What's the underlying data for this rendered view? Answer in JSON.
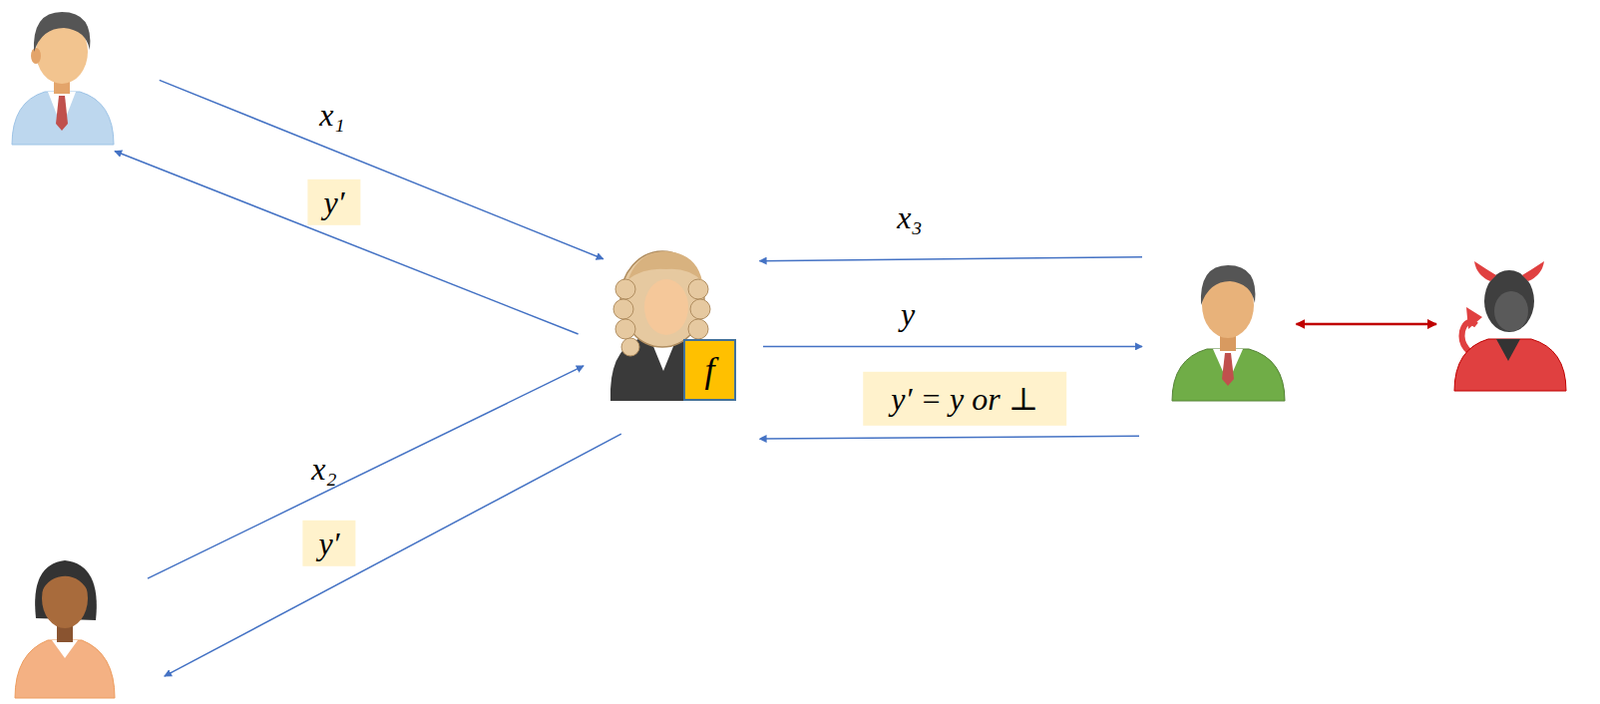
{
  "diagram": {
    "nodes": [
      {
        "text": []
      },
      {
        "text": [
          "f"
        ]
      },
      {
        "text": []
      },
      {
        "text": []
      },
      {
        "text": []
      }
    ],
    "edges": [
      {
        "from": 0,
        "to": 1,
        "arrow": "to",
        "label": "x₁"
      },
      {
        "from": 1,
        "to": 0,
        "arrow": "to",
        "label": "y′"
      },
      {
        "from": 2,
        "to": 1,
        "arrow": "to",
        "label": "x₂"
      },
      {
        "from": 1,
        "to": 2,
        "arrow": "to",
        "label": "y′"
      },
      {
        "from": 3,
        "to": 1,
        "arrow": "to",
        "label": "x₃"
      },
      {
        "from": 1,
        "to": 3,
        "arrow": "to",
        "label": "y"
      },
      {
        "from": 3,
        "to": 1,
        "arrow": "to",
        "label": "y′ = y or ⊥"
      },
      {
        "from": 3,
        "to": 4,
        "arrow": "both"
      }
    ]
  }
}
